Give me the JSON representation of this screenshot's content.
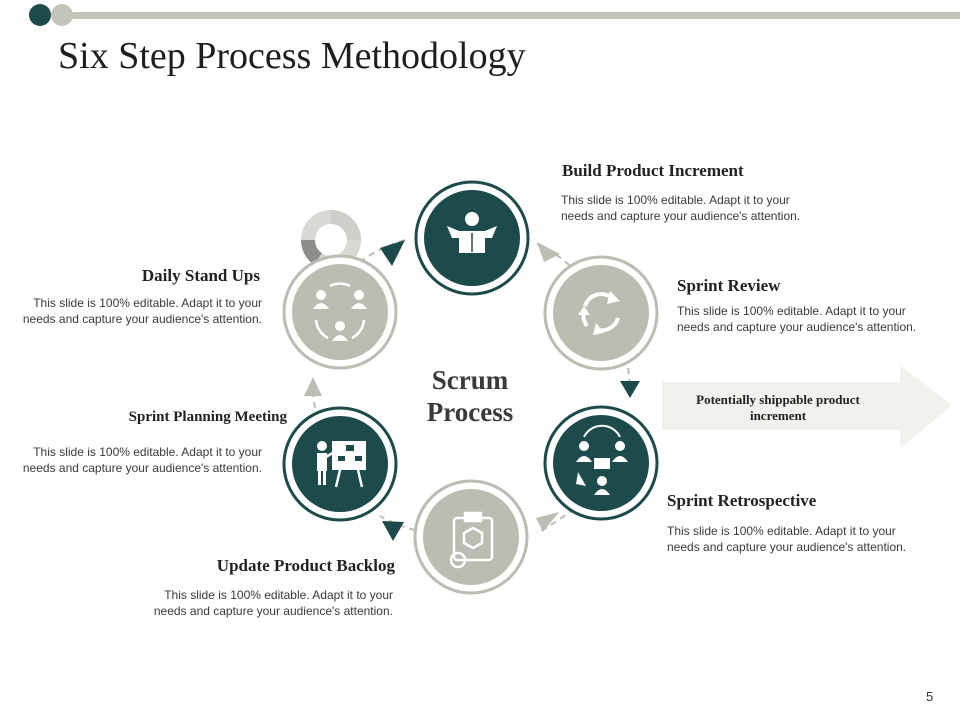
{
  "title": "Six Step Process Methodology",
  "center_label": {
    "line1": "Scrum",
    "line2": "Process"
  },
  "output_arrow": {
    "label": "Potentially shippable product increment"
  },
  "colors": {
    "dark": "#1d4a4b",
    "gray": "#bcbcb2",
    "top_bar": "#c4c4ba"
  },
  "steps": [
    {
      "name": "build-product-increment",
      "title": "Build Product Increment",
      "desc": "This slide is 100% editable. Adapt it to your needs and capture your audience's attention.",
      "icon": "open-box-icon",
      "tone": "dark"
    },
    {
      "name": "sprint-review",
      "title": "Sprint Review",
      "desc": "This slide is 100% editable. Adapt it to your needs and capture your audience's attention.",
      "icon": "cycle-arrows-icon",
      "tone": "gray"
    },
    {
      "name": "sprint-retrospective",
      "title": "Sprint Retrospective",
      "desc": "This slide is 100% editable. Adapt it to your needs and capture your audience's attention.",
      "icon": "team-meeting-icon",
      "tone": "dark"
    },
    {
      "name": "update-product-backlog",
      "title": "Update Product Backlog",
      "desc": "This slide is 100% editable. Adapt it to your needs and capture your audience's attention.",
      "icon": "clipboard-box-icon",
      "tone": "gray"
    },
    {
      "name": "sprint-planning-meeting",
      "title": "Sprint Planning Meeting",
      "desc": "This slide is 100% editable. Adapt it to your needs and capture your audience's attention.",
      "icon": "presentation-board-icon",
      "tone": "dark"
    },
    {
      "name": "daily-stand-ups",
      "title": "Daily Stand Ups",
      "desc": "This slide is 100% editable. Adapt it to your needs and capture your audience's attention.",
      "icon": "team-cycle-icon",
      "tone": "gray"
    }
  ],
  "page_number": "5"
}
